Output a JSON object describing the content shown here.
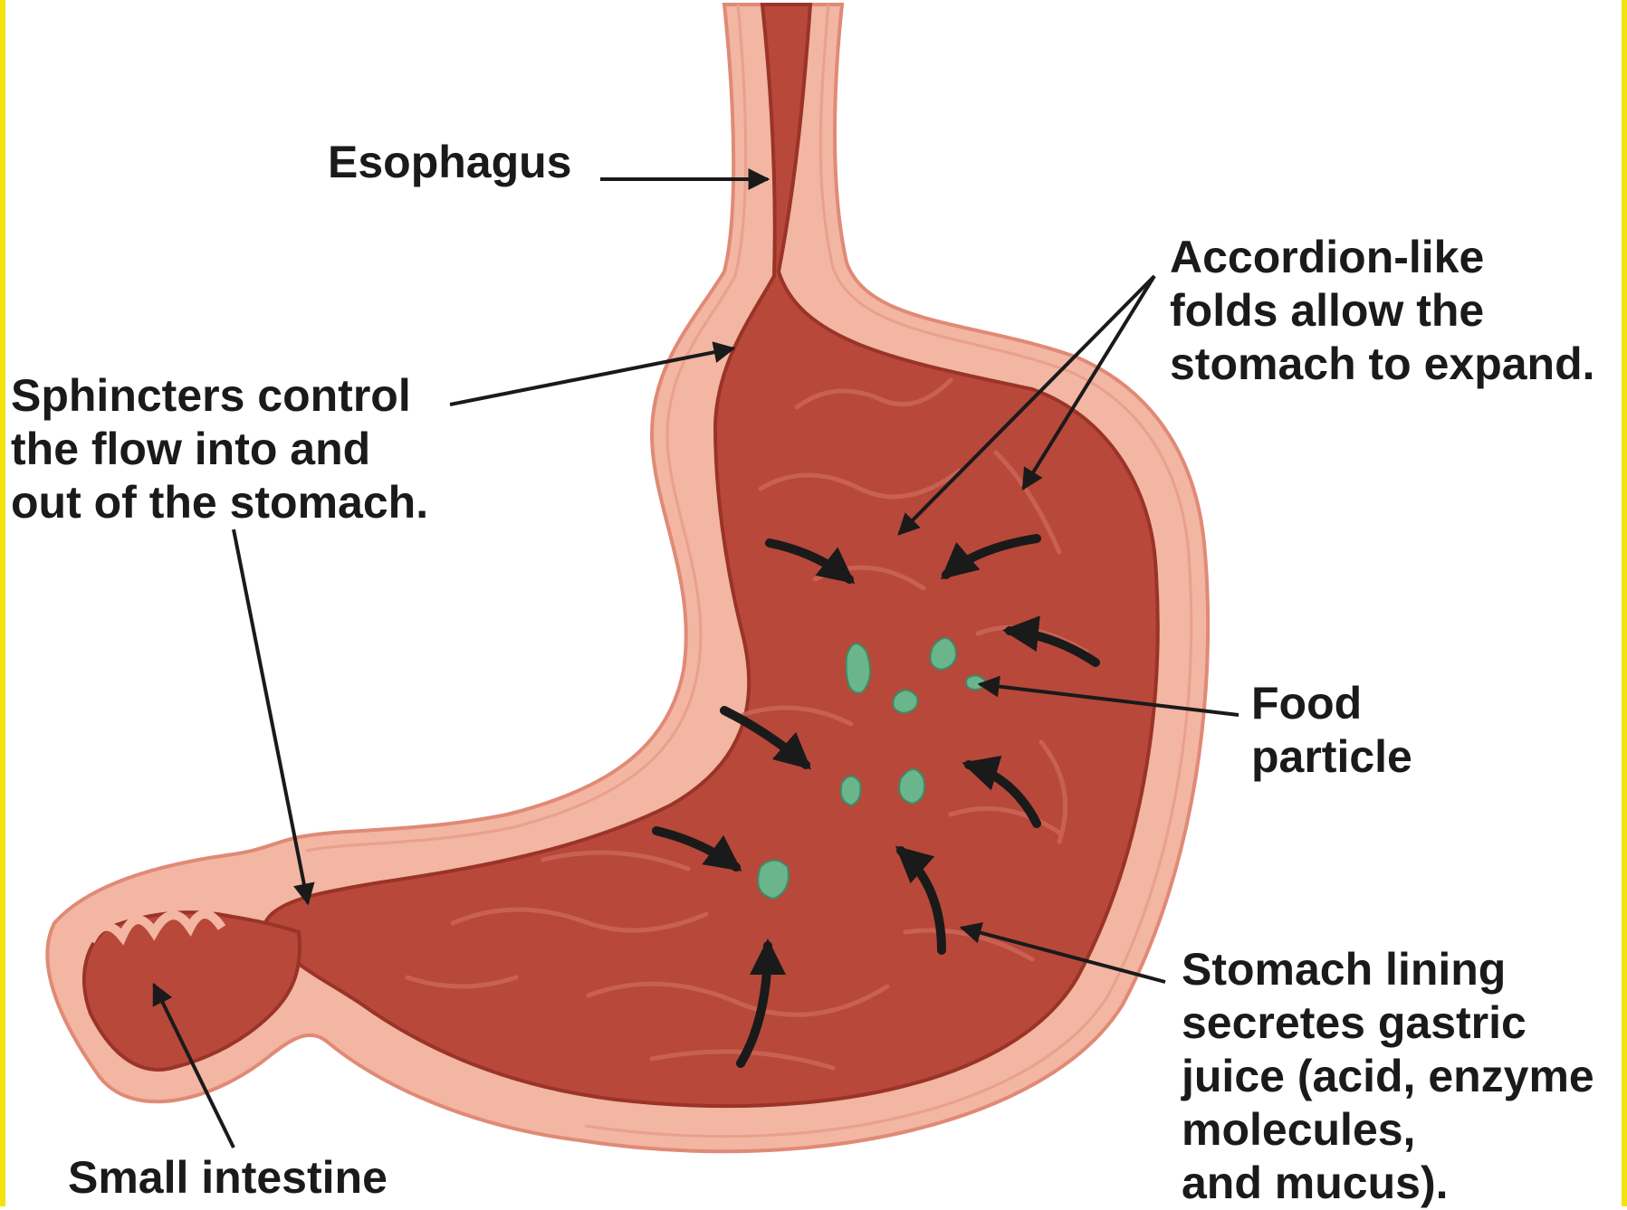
{
  "colors": {
    "frame": "#f4e20f",
    "outer_wall": "#f2b6a3",
    "wall_line": "#e08a76",
    "lining": "#b8483a",
    "lining_dark": "#9a3328",
    "food": "#6bb58c",
    "arrow": "#1a1a1a"
  },
  "labels": {
    "esophagus": "Esophagus",
    "accordion": [
      "Accordion-like",
      "folds allow the",
      "stomach to expand."
    ],
    "sphincters": [
      "Sphincters control",
      "the flow into and",
      "out of the stomach."
    ],
    "food": [
      "Food",
      "particle"
    ],
    "lining": [
      "Stomach lining",
      "secretes gastric",
      "juice (acid, enzyme",
      "molecules,",
      "and mucus)."
    ],
    "small_intestine": "Small intestine"
  },
  "icons": {
    "food_particle": "green-blob",
    "contraction": "curved-arrow"
  }
}
